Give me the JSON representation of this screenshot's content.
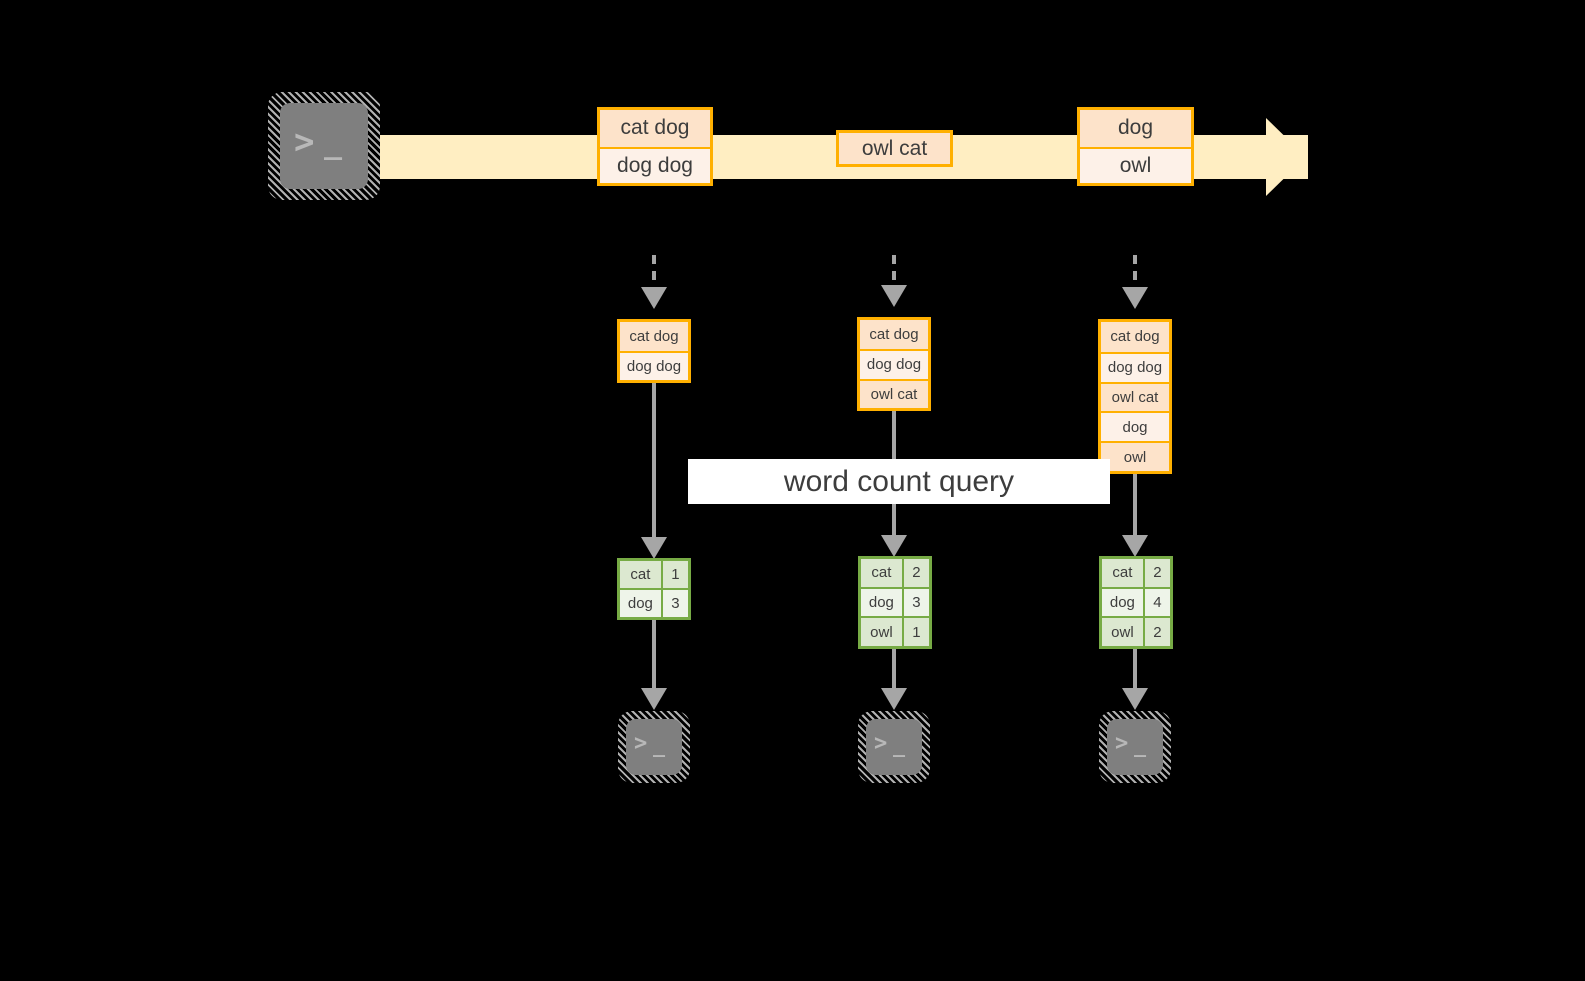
{
  "diagram": {
    "title_label": "word count query",
    "colors": {
      "background": "#000000",
      "stream_fill": "#ffeec2",
      "record_border": "#ffb000",
      "record_fill_dark": "#fde3ca",
      "record_fill_light": "#fdf1e8",
      "table_border": "#77ab45",
      "table_fill_dark": "#dce8d0",
      "table_fill_light": "#eef4e9",
      "arrow_gray": "#a6a6a6",
      "terminal_gray": "#7f7f7f",
      "label_background": "#ffffff",
      "text": "#3d3d3d"
    },
    "source_terminal": {
      "icon": "terminal-prompt-icon",
      "glyph_prompt": ">",
      "glyph_cursor": "_"
    },
    "stream": {
      "icon": "right-arrow-icon",
      "events": [
        {
          "lines": [
            {
              "text": "cat dog",
              "shade": "dark"
            },
            {
              "text": "dog dog",
              "shade": "light"
            }
          ]
        },
        {
          "lines": [
            {
              "text": "owl cat",
              "shade": "dark"
            }
          ]
        },
        {
          "lines": [
            {
              "text": "dog",
              "shade": "dark"
            },
            {
              "text": "owl",
              "shade": "light"
            }
          ]
        }
      ]
    },
    "snapshots": [
      {
        "name": "snapshot-1",
        "input_arrow_icon": "dashed-down-arrow-icon",
        "records": [
          {
            "text": "cat dog",
            "shade": "dark"
          },
          {
            "text": "dog dog",
            "shade": "light"
          }
        ],
        "result": {
          "rows": [
            {
              "word": "cat",
              "count": "1",
              "shade": "dark"
            },
            {
              "word": "dog",
              "count": "3",
              "shade": "light"
            }
          ]
        },
        "sink_terminal": {
          "icon": "terminal-prompt-icon",
          "glyph_prompt": ">",
          "glyph_cursor": "_"
        }
      },
      {
        "name": "snapshot-2",
        "input_arrow_icon": "dashed-down-arrow-icon",
        "records": [
          {
            "text": "cat dog",
            "shade": "dark"
          },
          {
            "text": "dog dog",
            "shade": "light"
          },
          {
            "text": "owl cat",
            "shade": "dark"
          }
        ],
        "result": {
          "rows": [
            {
              "word": "cat",
              "count": "2",
              "shade": "dark"
            },
            {
              "word": "dog",
              "count": "3",
              "shade": "light"
            },
            {
              "word": "owl",
              "count": "1",
              "shade": "dark"
            }
          ]
        },
        "sink_terminal": {
          "icon": "terminal-prompt-icon",
          "glyph_prompt": ">",
          "glyph_cursor": "_"
        }
      },
      {
        "name": "snapshot-3",
        "input_arrow_icon": "dashed-down-arrow-icon",
        "records": [
          {
            "text": "cat dog",
            "shade": "dark"
          },
          {
            "text": "dog dog",
            "shade": "light"
          },
          {
            "text": "owl cat",
            "shade": "dark"
          },
          {
            "text": "dog",
            "shade": "light"
          },
          {
            "text": "owl",
            "shade": "dark"
          }
        ],
        "result": {
          "rows": [
            {
              "word": "cat",
              "count": "2",
              "shade": "dark"
            },
            {
              "word": "dog",
              "count": "4",
              "shade": "light"
            },
            {
              "word": "owl",
              "count": "2",
              "shade": "dark"
            }
          ]
        },
        "sink_terminal": {
          "icon": "terminal-prompt-icon",
          "glyph_prompt": ">",
          "glyph_cursor": "_"
        }
      }
    ]
  }
}
